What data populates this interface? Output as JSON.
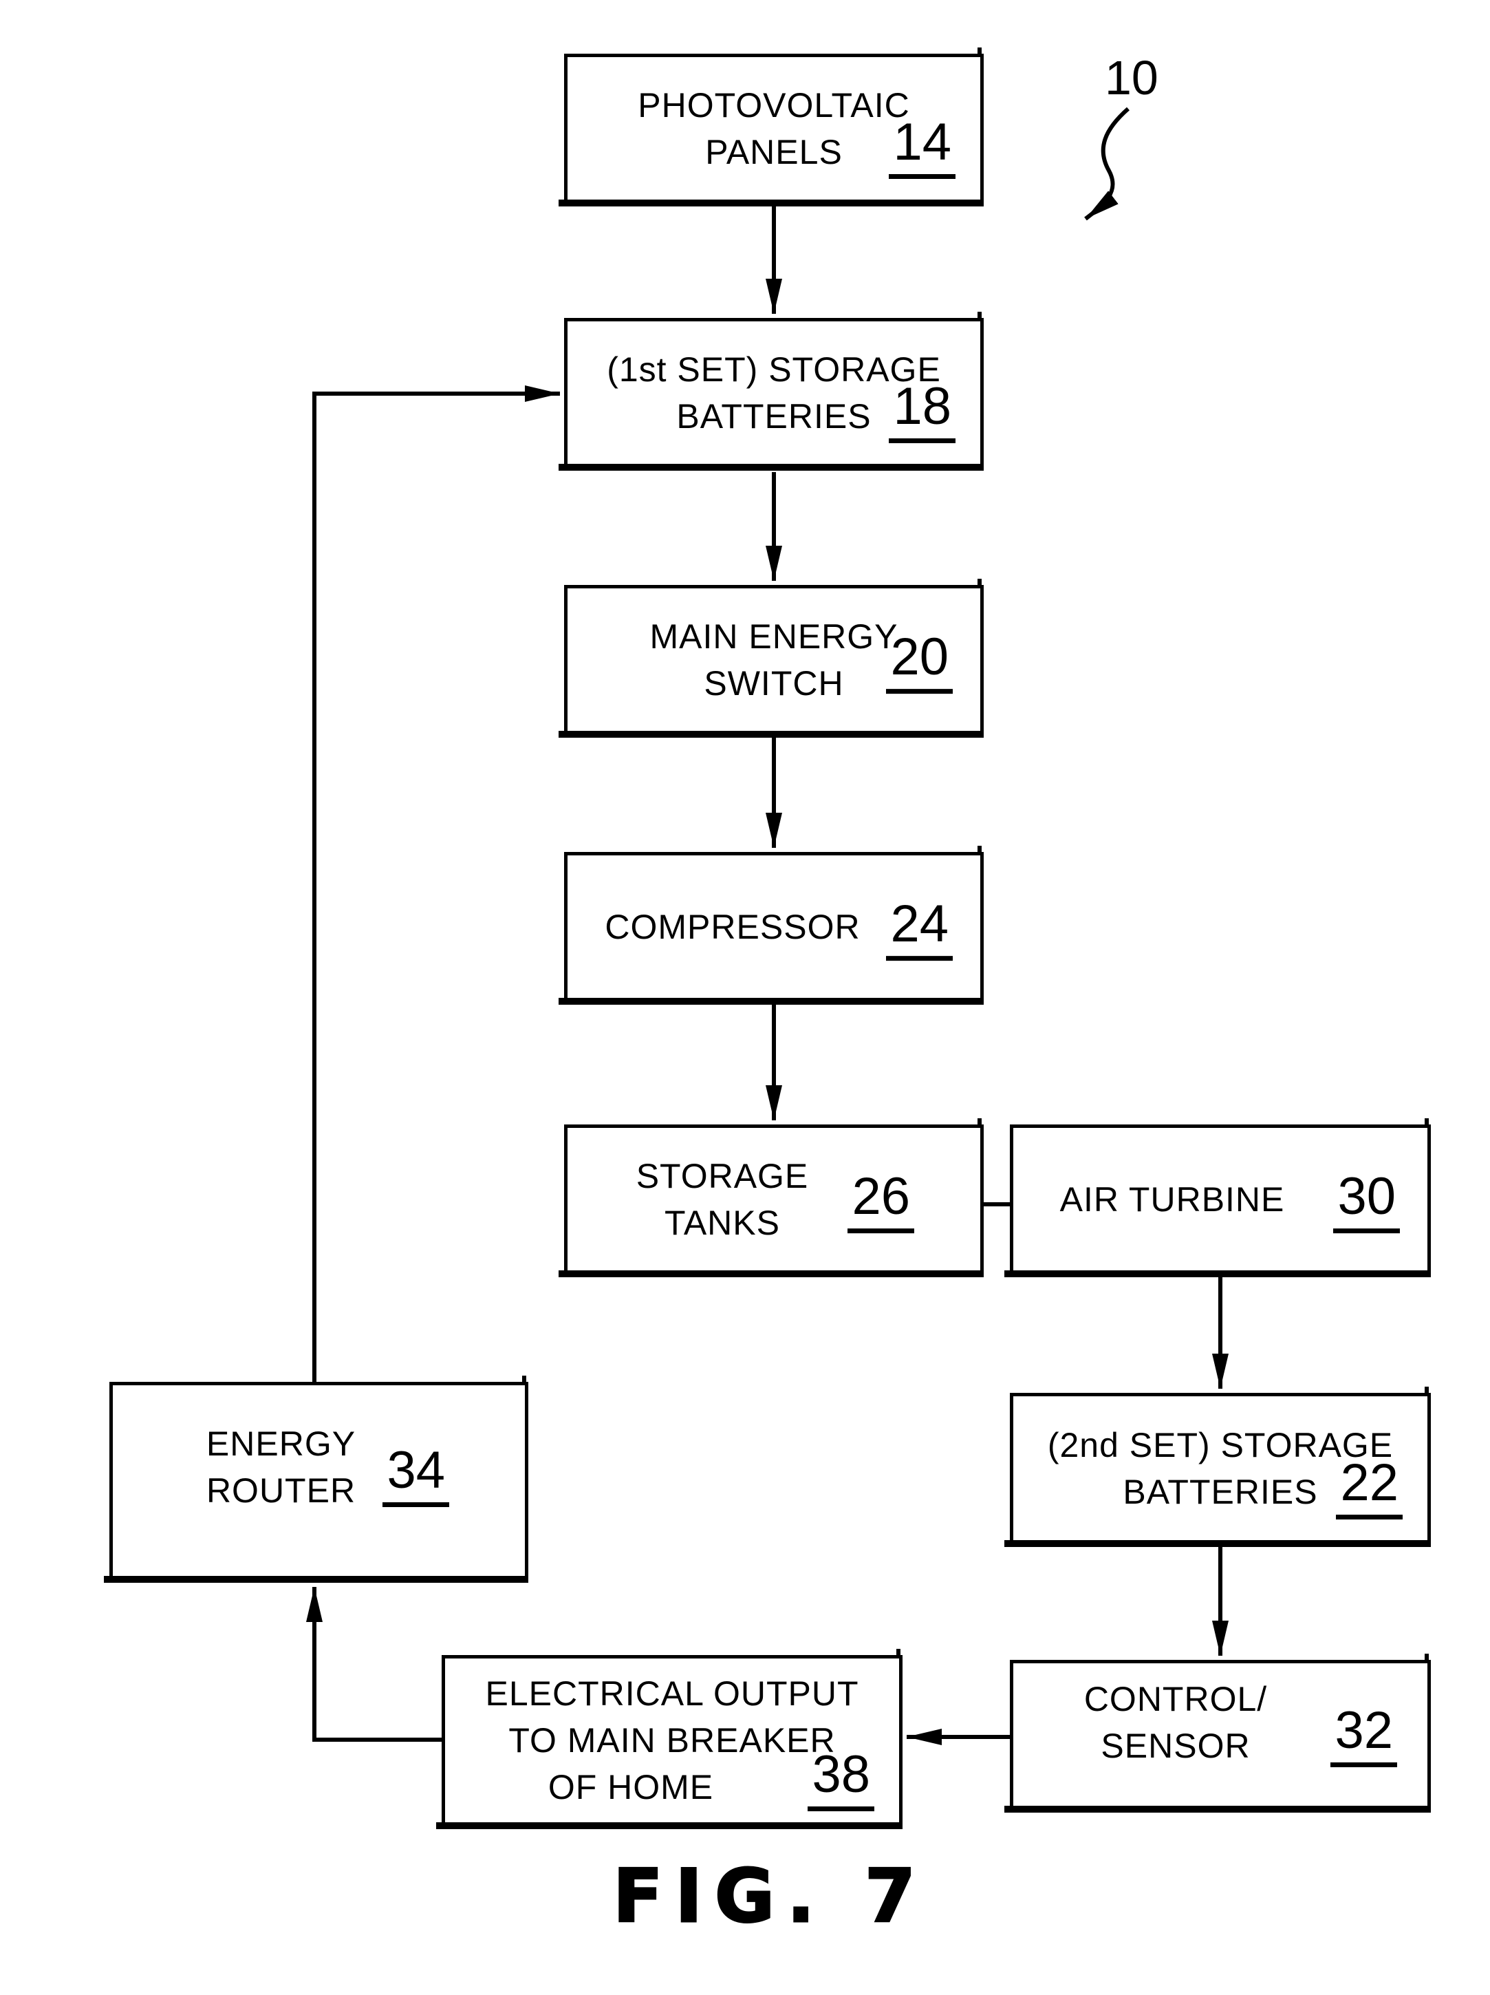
{
  "figure": {
    "caption": "FIG. 7",
    "reference_label": "10"
  },
  "colors": {
    "ink": "#000000",
    "paper": "#ffffff"
  },
  "boxes": [
    {
      "id": "photovoltaic-panels",
      "lines": [
        "PHOTOVOLTAIC",
        "PANELS"
      ],
      "number": "14"
    },
    {
      "id": "first-set-storage-batteries",
      "lines": [
        "(1st SET) STORAGE",
        "BATTERIES"
      ],
      "number": "18"
    },
    {
      "id": "main-energy-switch",
      "lines": [
        "MAIN ENERGY",
        "SWITCH"
      ],
      "number": "20"
    },
    {
      "id": "compressor",
      "lines": [
        "COMPRESSOR"
      ],
      "number": "24"
    },
    {
      "id": "storage-tanks",
      "lines": [
        "STORAGE",
        "TANKS"
      ],
      "number": "26"
    },
    {
      "id": "air-turbine",
      "lines": [
        "AIR TURBINE"
      ],
      "number": "30"
    },
    {
      "id": "second-set-storage-batteries",
      "lines": [
        "(2nd SET) STORAGE",
        "BATTERIES"
      ],
      "number": "22"
    },
    {
      "id": "control-sensor",
      "lines": [
        "CONTROL/",
        "SENSOR"
      ],
      "number": "32"
    },
    {
      "id": "electrical-output-main-breaker",
      "lines": [
        "ELECTRICAL OUTPUT",
        "TO MAIN BREAKER",
        "OF HOME"
      ],
      "number": "38"
    },
    {
      "id": "energy-router",
      "lines": [
        "ENERGY",
        "ROUTER"
      ],
      "number": "34"
    }
  ],
  "connections": [
    {
      "from": "photovoltaic-panels",
      "to": "first-set-storage-batteries",
      "type": "arrow"
    },
    {
      "from": "first-set-storage-batteries",
      "to": "main-energy-switch",
      "type": "arrow"
    },
    {
      "from": "main-energy-switch",
      "to": "compressor",
      "type": "arrow"
    },
    {
      "from": "compressor",
      "to": "storage-tanks",
      "type": "arrow"
    },
    {
      "from": "storage-tanks",
      "to": "air-turbine",
      "type": "plain-line"
    },
    {
      "from": "air-turbine",
      "to": "second-set-storage-batteries",
      "type": "arrow"
    },
    {
      "from": "second-set-storage-batteries",
      "to": "control-sensor",
      "type": "arrow"
    },
    {
      "from": "control-sensor",
      "to": "electrical-output-main-breaker",
      "type": "arrow"
    },
    {
      "from": "electrical-output-main-breaker",
      "to": "energy-router",
      "type": "arrow"
    },
    {
      "from": "energy-router",
      "to": "first-set-storage-batteries",
      "type": "arrow"
    },
    {
      "from": "reference-label-10",
      "to": "diagram",
      "type": "curved-arrow"
    }
  ]
}
